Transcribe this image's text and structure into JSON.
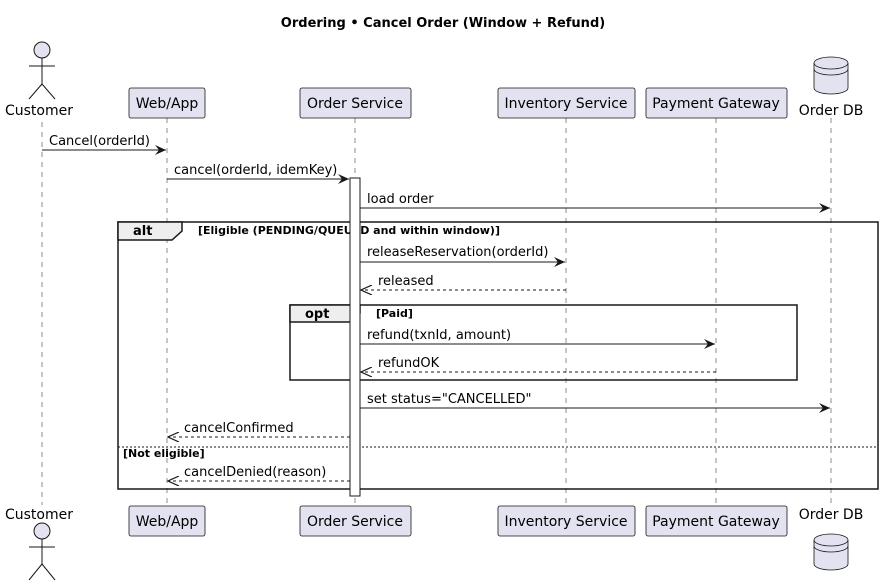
{
  "diagram": {
    "title": "Ordering • Cancel Order (Window + Refund)",
    "participants": {
      "customer": {
        "label": "Customer",
        "kind": "actor"
      },
      "webapp": {
        "label": "Web/App",
        "kind": "participant"
      },
      "order_service": {
        "label": "Order Service",
        "kind": "participant"
      },
      "inventory_service": {
        "label": "Inventory Service",
        "kind": "participant"
      },
      "payment_gateway": {
        "label": "Payment Gateway",
        "kind": "participant"
      },
      "order_db": {
        "label": "Order DB",
        "kind": "database"
      }
    },
    "messages": [
      {
        "from": "customer",
        "to": "webapp",
        "text": "Cancel(orderId)",
        "style": "sync"
      },
      {
        "from": "webapp",
        "to": "order_service",
        "text": "cancel(orderId, idemKey)",
        "style": "sync"
      },
      {
        "from": "order_service",
        "to": "order_db",
        "text": "load order",
        "style": "sync"
      },
      {
        "from": "order_service",
        "to": "inventory_service",
        "text": "releaseReservation(orderId)",
        "style": "sync"
      },
      {
        "from": "inventory_service",
        "to": "order_service",
        "text": "released",
        "style": "reply"
      },
      {
        "from": "order_service",
        "to": "payment_gateway",
        "text": "refund(txnId, amount)",
        "style": "sync"
      },
      {
        "from": "payment_gateway",
        "to": "order_service",
        "text": "refundOK",
        "style": "reply"
      },
      {
        "from": "order_service",
        "to": "order_db",
        "text": "set status=\"CANCELLED\"",
        "style": "sync"
      },
      {
        "from": "order_service",
        "to": "webapp",
        "text": "cancelConfirmed",
        "style": "reply"
      },
      {
        "from": "order_service",
        "to": "webapp",
        "text": "cancelDenied(reason)",
        "style": "reply"
      }
    ],
    "fragments": {
      "alt": {
        "operator": "alt",
        "guard": "[Eligible (PENDING/QUEUED and within window)]",
        "else_guard": "[Not eligible]"
      },
      "opt": {
        "operator": "opt",
        "guard": "[Paid]"
      }
    },
    "colors": {
      "participant_fill": "#e2e2f0",
      "participant_stroke": "#181818",
      "lifeline": "#181818",
      "fragment_header_fill": "#eeeeee",
      "activation_fill": "#ffffff"
    }
  }
}
